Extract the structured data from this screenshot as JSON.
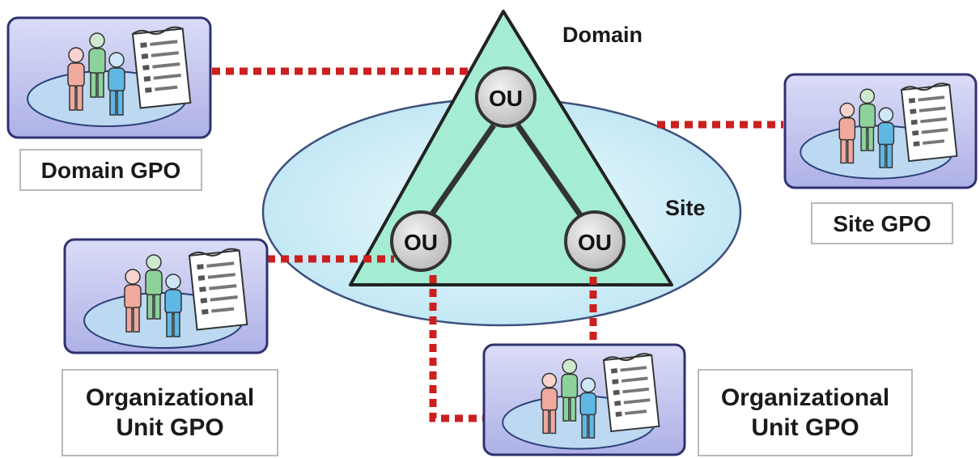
{
  "domain_label": "Domain",
  "site_label": "Site",
  "ou_nodes": [
    {
      "id": "ou-top",
      "label": "OU"
    },
    {
      "id": "ou-left",
      "label": "OU"
    },
    {
      "id": "ou-right",
      "label": "OU"
    }
  ],
  "gpo_labels": {
    "domain": "Domain GPO",
    "site": "Site GPO",
    "ou_left": [
      "Organizational",
      "Unit GPO"
    ],
    "ou_right": [
      "Organizational",
      "Unit GPO"
    ]
  },
  "colors": {
    "link_dots": "#cc1f1f",
    "triangle_fill": "#9fe9cf",
    "site_ellipse": "#cfeff8",
    "card_fill": "#c7c9ef",
    "card_border": "#2f3270",
    "ou_fill": "#d7d7d7"
  },
  "icons": [
    "users-group-icon",
    "document-icon"
  ]
}
